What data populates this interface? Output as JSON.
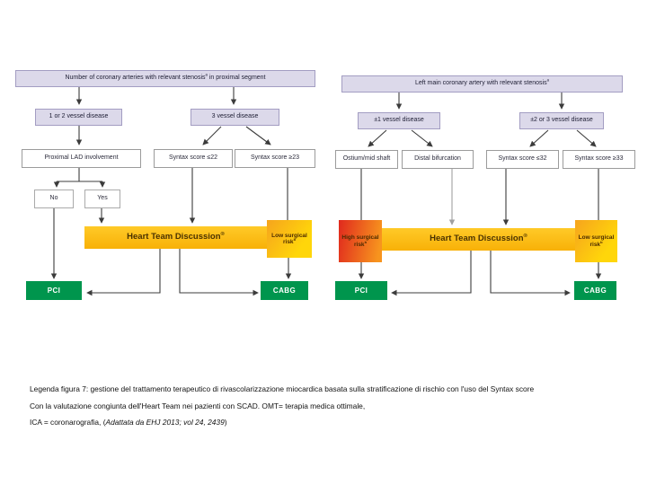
{
  "colors": {
    "lavender_box": "#dcd9ea",
    "heart_team_yellow": "#f9b40c",
    "low_risk_yellow": "#ffd60a",
    "low_risk_orange": "#f6a41d",
    "high_risk_red": "#e0291e",
    "high_risk_orange": "#f7941e",
    "outcome_green": "#00954d",
    "connector_dark": "#3c3c3c",
    "connector_light": "#a0a0a0"
  },
  "left_chart": {
    "header": {
      "text": "Number of coronary arteries with relevant stenosis",
      "sup": "a",
      "post": " in proximal segment"
    },
    "nodes": {
      "vessel_1_2": "1 or 2 vessel disease",
      "vessel_3": "3 vessel disease",
      "proximal_lad": "Proximal LAD involvement",
      "syntax_le22": "Syntax score ≤22",
      "syntax_ge23": "Syntax score ≥23",
      "no": "No",
      "yes": "Yes",
      "heart_team": {
        "text": "Heart Team Discussion",
        "sup": "®"
      },
      "low_risk": {
        "text": "Low surgical risk",
        "sup": "b"
      },
      "pci": "PCI",
      "cabg": "CABG"
    }
  },
  "right_chart": {
    "header": {
      "text": "Left main coronary artery with relevant stenosis",
      "sup": "a"
    },
    "nodes": {
      "vessel_pm1": "±1 vessel disease",
      "vessel_pm2_3": "±2 or 3 vessel disease",
      "ostium_mid_shaft": "Ostium/mid shaft",
      "distal_bifurcation": "Distal bifurcation",
      "syntax_le32": "Syntax score ≤32",
      "syntax_ge33": "Syntax score ≥33",
      "high_risk": {
        "text": "High surgical risk",
        "sup": "b"
      },
      "heart_team": {
        "text": "Heart Team Discussion",
        "sup": "®"
      },
      "low_risk": {
        "text": "Low surgical risk",
        "sup": "b"
      },
      "pci": "PCI",
      "cabg": "CABG"
    }
  },
  "caption": {
    "line1": "Legenda figura 7: gestione del trattamento terapeutico di rivascolarizzazione miocardica basata sulla stratificazione di rischio con l'uso del Syntax score",
    "line2": "Con la valutazione congiunta dell'Heart Team nei pazienti con SCAD. OMT= terapia medica ottimale,",
    "line3_pre": "ICA = coronarografia, (",
    "line3_italic": "Adattata da EHJ 2013; vol 24, 2439",
    "line3_post": ")"
  }
}
